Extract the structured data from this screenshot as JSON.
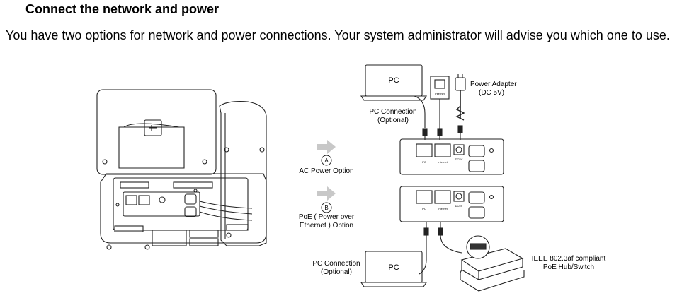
{
  "heading": "Connect the network and power",
  "intro": "You have two options for network and power connections. Your system administrator will advise you which one to use.",
  "diagram": {
    "pc_top": "PC",
    "pc_bottom": "PC",
    "internet_jack": "Internet",
    "power_adapter": [
      "Power Adapter",
      "(DC 5V)"
    ],
    "pc_connection_top": [
      "PC Connection",
      "(Optional)"
    ],
    "pc_connection_bottom": [
      "PC Connection",
      "(Optional)"
    ],
    "option_a_letter": "A",
    "option_a_label": "AC Power Option",
    "option_b_letter": "B",
    "option_b_label": [
      "PoE ( Power over",
      "Ethernet ) Option"
    ],
    "poe_switch": [
      "IEEE 802.3af compliant",
      "PoE Hub/Switch"
    ],
    "port_labels": [
      "PC",
      "Internet",
      "DC5V"
    ]
  }
}
